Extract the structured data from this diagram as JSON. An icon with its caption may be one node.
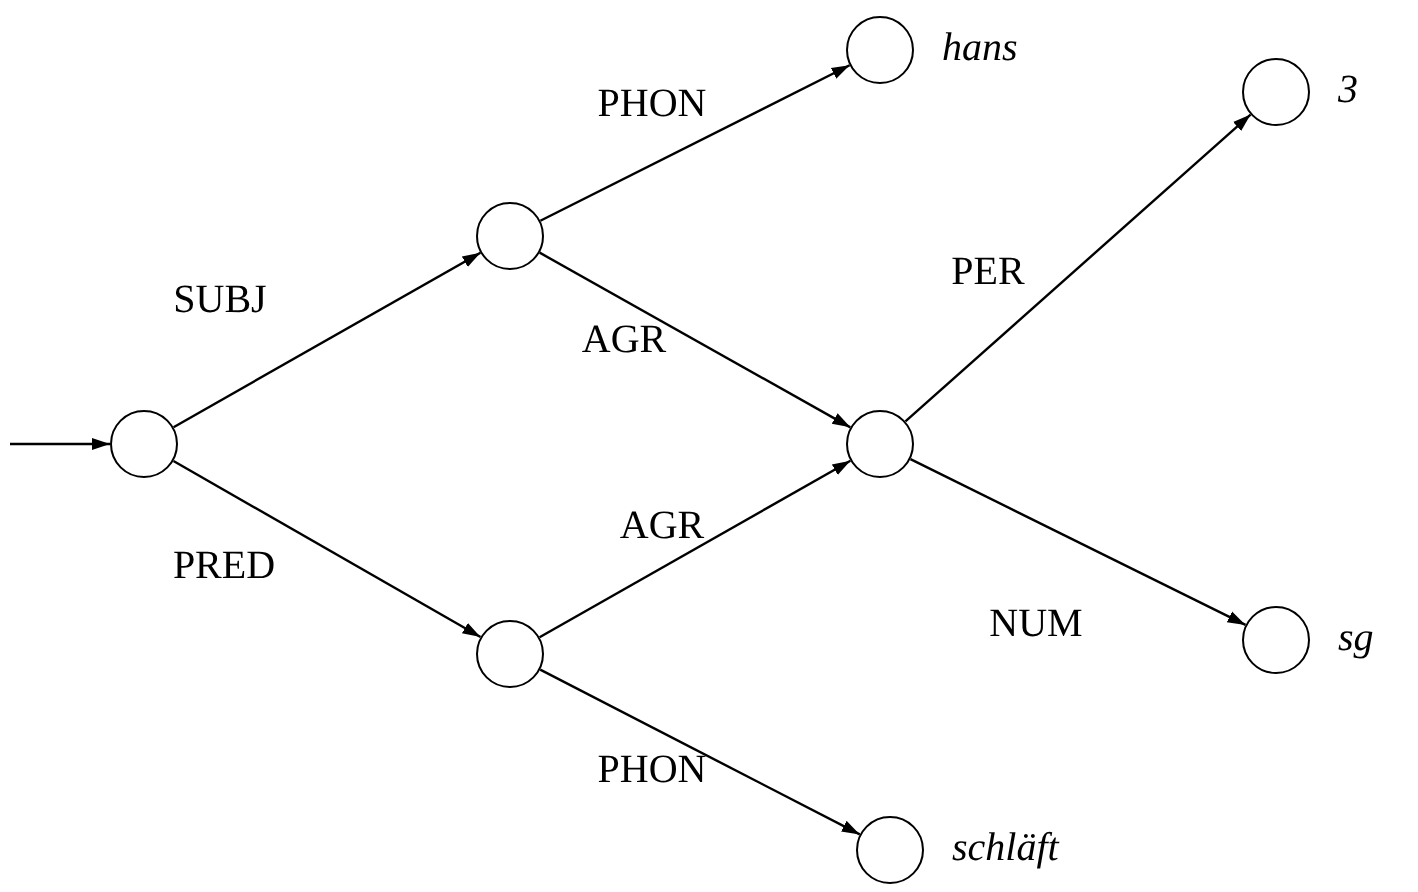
{
  "diagram": {
    "nodes": [
      {
        "text": [],
        "shape": "circle"
      },
      {
        "text": [],
        "shape": "circle"
      },
      {
        "text": [],
        "shape": "circle"
      },
      {
        "text": [],
        "shape": "circle"
      },
      {
        "text": [],
        "shape": "circle",
        "beside": [
          "hans"
        ]
      },
      {
        "text": [],
        "shape": "circle",
        "beside": [
          "3"
        ]
      },
      {
        "text": [],
        "shape": "circle",
        "beside": [
          "sg"
        ]
      },
      {
        "text": [],
        "shape": "circle",
        "beside": [
          "schläft"
        ]
      }
    ],
    "edges": [
      {
        "from": null,
        "to": 0,
        "arrow": "to"
      },
      {
        "from": 0,
        "to": 1,
        "arrow": "to",
        "label": "SUBJ"
      },
      {
        "from": 0,
        "to": 2,
        "arrow": "to",
        "label": "PRED"
      },
      {
        "from": 1,
        "to": 4,
        "arrow": "to",
        "label": "PHON"
      },
      {
        "from": 1,
        "to": 3,
        "arrow": "to",
        "label": "AGR"
      },
      {
        "from": 2,
        "to": 3,
        "arrow": "to",
        "label": "AGR"
      },
      {
        "from": 2,
        "to": 7,
        "arrow": "to",
        "label": "PHON"
      },
      {
        "from": 3,
        "to": 5,
        "arrow": "to",
        "label": "PER"
      },
      {
        "from": 3,
        "to": 6,
        "arrow": "to",
        "label": "NUM"
      }
    ]
  }
}
